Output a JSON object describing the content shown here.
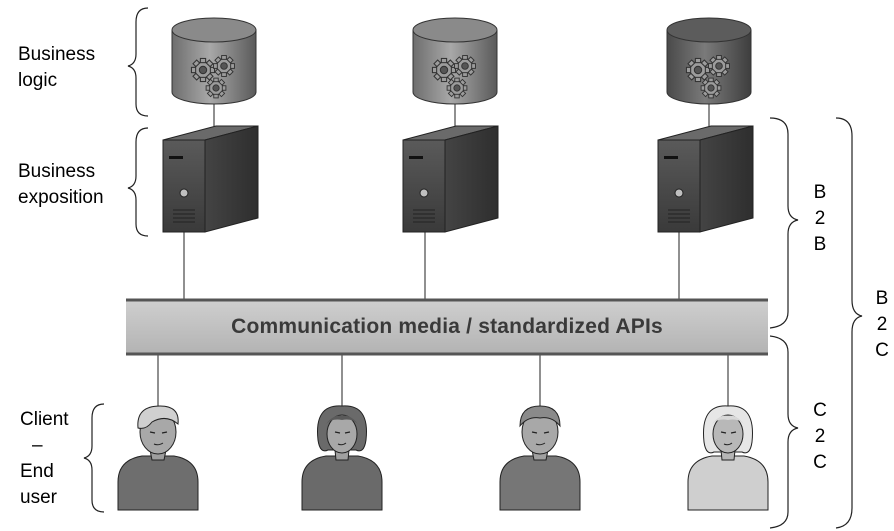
{
  "labels": {
    "business_logic": [
      "Business",
      "logic"
    ],
    "business_exposition": [
      "Business",
      "exposition"
    ],
    "client_end_user": [
      "Client",
      "–",
      "End",
      "user"
    ]
  },
  "groups": {
    "b2b": [
      "B",
      "2",
      "B"
    ],
    "b2c": [
      "B",
      "2",
      "C"
    ],
    "c2c": [
      "C",
      "2",
      "C"
    ]
  },
  "bus": {
    "label": "Communication media / standardized APIs",
    "color": "#bdbdbd"
  },
  "databases": [
    {
      "name": "business-logic-db-1",
      "icon": "gears-icon",
      "color": "#999999"
    },
    {
      "name": "business-logic-db-2",
      "icon": "gears-icon",
      "color": "#9a9a9a"
    },
    {
      "name": "business-logic-db-3",
      "icon": "gears-icon",
      "color": "#666666"
    }
  ],
  "servers": [
    {
      "name": "server-1",
      "icon": "server-tower-icon"
    },
    {
      "name": "server-2",
      "icon": "server-tower-icon"
    },
    {
      "name": "server-3",
      "icon": "server-tower-icon"
    }
  ],
  "users": [
    {
      "name": "user-1",
      "icon": "person-icon",
      "variant": "short-hair",
      "tone": "#707070"
    },
    {
      "name": "user-2",
      "icon": "person-icon",
      "variant": "long-hair",
      "tone": "#6a6a6a"
    },
    {
      "name": "user-3",
      "icon": "person-icon",
      "variant": "short-hair",
      "tone": "#7a7a7a"
    },
    {
      "name": "user-4",
      "icon": "person-icon",
      "variant": "light-hair",
      "tone": "#c8c8c8"
    }
  ]
}
